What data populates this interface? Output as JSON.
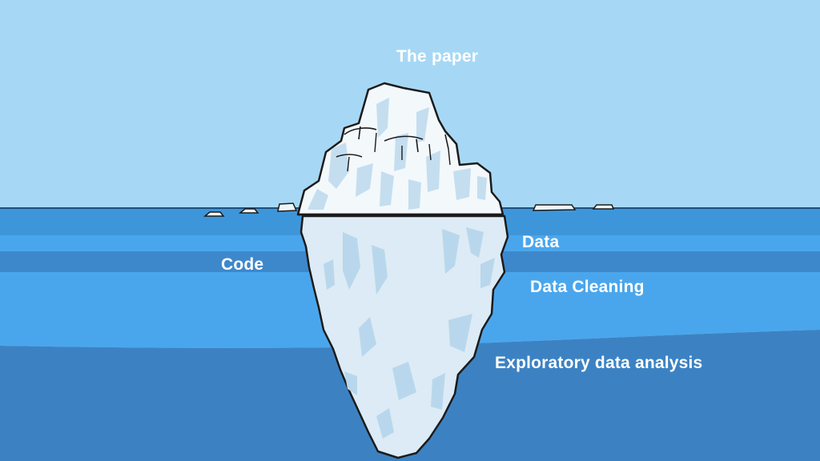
{
  "labels": {
    "above_water": "The paper",
    "left_side": "Code",
    "right_1": "Data",
    "right_2": "Data Cleaning",
    "right_3": "Exploratory data analysis"
  },
  "colors": {
    "sky": "#a6d8f5",
    "water_surface": "#3e96da",
    "water_light": "#4aa6ec",
    "water_deep": "#3c82c3",
    "ice_light": "#f3f8fb",
    "ice_shadow": "#c4def0",
    "ice_outline": "#1b1b1b",
    "label_text": "#ffffff"
  }
}
